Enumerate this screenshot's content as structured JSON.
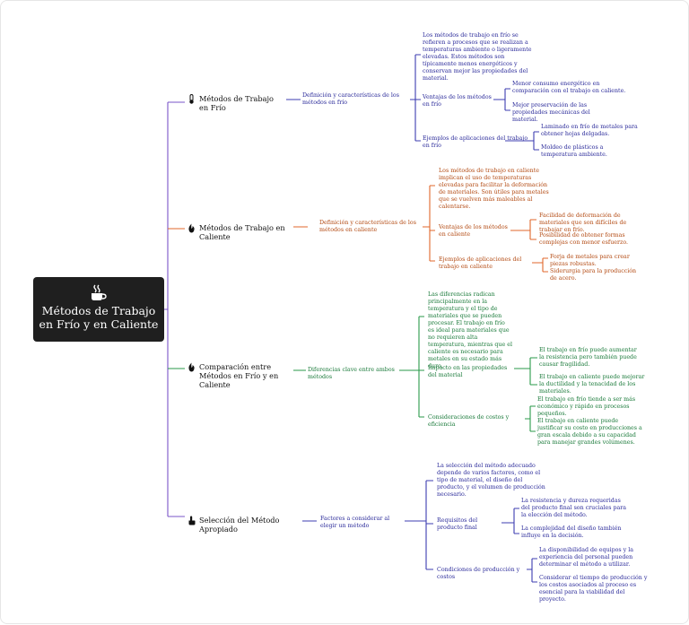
{
  "mindmap": {
    "root": {
      "title": "Métodos de Trabajo en Frío y en Caliente",
      "icon": "coffee-cup-icon"
    },
    "colors": {
      "cold": "#3d3db0",
      "hot": "#e0672b",
      "comparison": "#2a9a4a",
      "selection": "#3d3db0",
      "root_bg": "#1f1f1f"
    },
    "branches": [
      {
        "title": "Métodos de Trabajo en Frío",
        "icon": "thermometer-icon",
        "sub": "Definición y características de los métodos en frío",
        "items": [
          {
            "text": "Los métodos de trabajo en frío se refieren a procesos que se realizan a temperaturas ambiente o ligeramente elevadas. Estos métodos son típicamente menos energéticos y conservan mejor las propiedades del material."
          },
          {
            "text": "Ventajas de los métodos en frío",
            "leaves": [
              "Menor consumo energético en comparación con el trabajo en caliente.",
              "Mejor preservación de las propiedades mecánicas del material."
            ]
          },
          {
            "text": "Ejemplos de aplicaciones del trabajo en frío",
            "leaves": [
              "Laminado en frío de metales para obtener hojas delgadas.",
              "Moldeo de plásticos a temperatura ambiente."
            ]
          }
        ]
      },
      {
        "title": "Métodos de Trabajo en Caliente",
        "icon": "flame-icon",
        "sub": "Definición y características de los métodos en caliente",
        "items": [
          {
            "text": "Los métodos de trabajo en caliente implican el uso de temperaturas elevadas para facilitar la deformación de materiales. Son útiles para metales que se vuelven más maleables al calentarse."
          },
          {
            "text": "Ventajas de los métodos en caliente",
            "leaves": [
              "Facilidad de deformación de materiales que son difíciles de trabajar en frío.",
              "Posibilidad de obtener formas complejas con menor esfuerzo."
            ]
          },
          {
            "text": "Ejemplos de aplicaciones del trabajo en caliente",
            "leaves": [
              "Forja de metales para crear piezas robustas.",
              "Siderurgia para la producción de acero."
            ]
          }
        ]
      },
      {
        "title": "Comparación entre Métodos en Frío y en Caliente",
        "icon": "flame-icon",
        "sub": "Diferencias clave entre ambos métodos",
        "items": [
          {
            "text": "Las diferencias radican principalmente en la temperatura y el tipo de materiales que se pueden procesar. El trabajo en frío es ideal para materiales que no requieren alta temperatura, mientras que el caliente es necesario para metales en su estado más duro."
          },
          {
            "text": "Impacto en las propiedades del material",
            "leaves": [
              "El trabajo en frío puede aumentar la resistencia pero también puede causar fragilidad.",
              "El trabajo en caliente puede mejorar la ductilidad y la tenacidad de los materiales."
            ]
          },
          {
            "text": "Consideraciones de costos y eficiencia",
            "leaves": [
              "El trabajo en frío tiende a ser más económico y rápido en procesos pequeños.",
              "El trabajo en caliente puede justificar su costo en producciones a gran escala debido a su capacidad para manejar grandes volúmenes."
            ]
          }
        ]
      },
      {
        "title": "Selección del Método Apropiado",
        "icon": "pointing-hand-icon",
        "sub": "Factores a considerar al elegir un método",
        "items": [
          {
            "text": "La selección del método adecuado depende de varios factores, como el tipo de material, el diseño del producto, y el volumen de producción necesario."
          },
          {
            "text": "Requisitos del producto final",
            "leaves": [
              "La resistencia y dureza requeridas del producto final son cruciales para la elección del método.",
              "La complejidad del diseño también influye en la decisión."
            ]
          },
          {
            "text": "Condiciones de producción y costos",
            "leaves": [
              "La disponibilidad de equipos y la experiencia del personal pueden determinar el método a utilizar.",
              "Considerar el tiempo de producción y los costos asociados al proceso es esencial para la viabilidad del proyecto."
            ]
          }
        ]
      }
    ]
  }
}
